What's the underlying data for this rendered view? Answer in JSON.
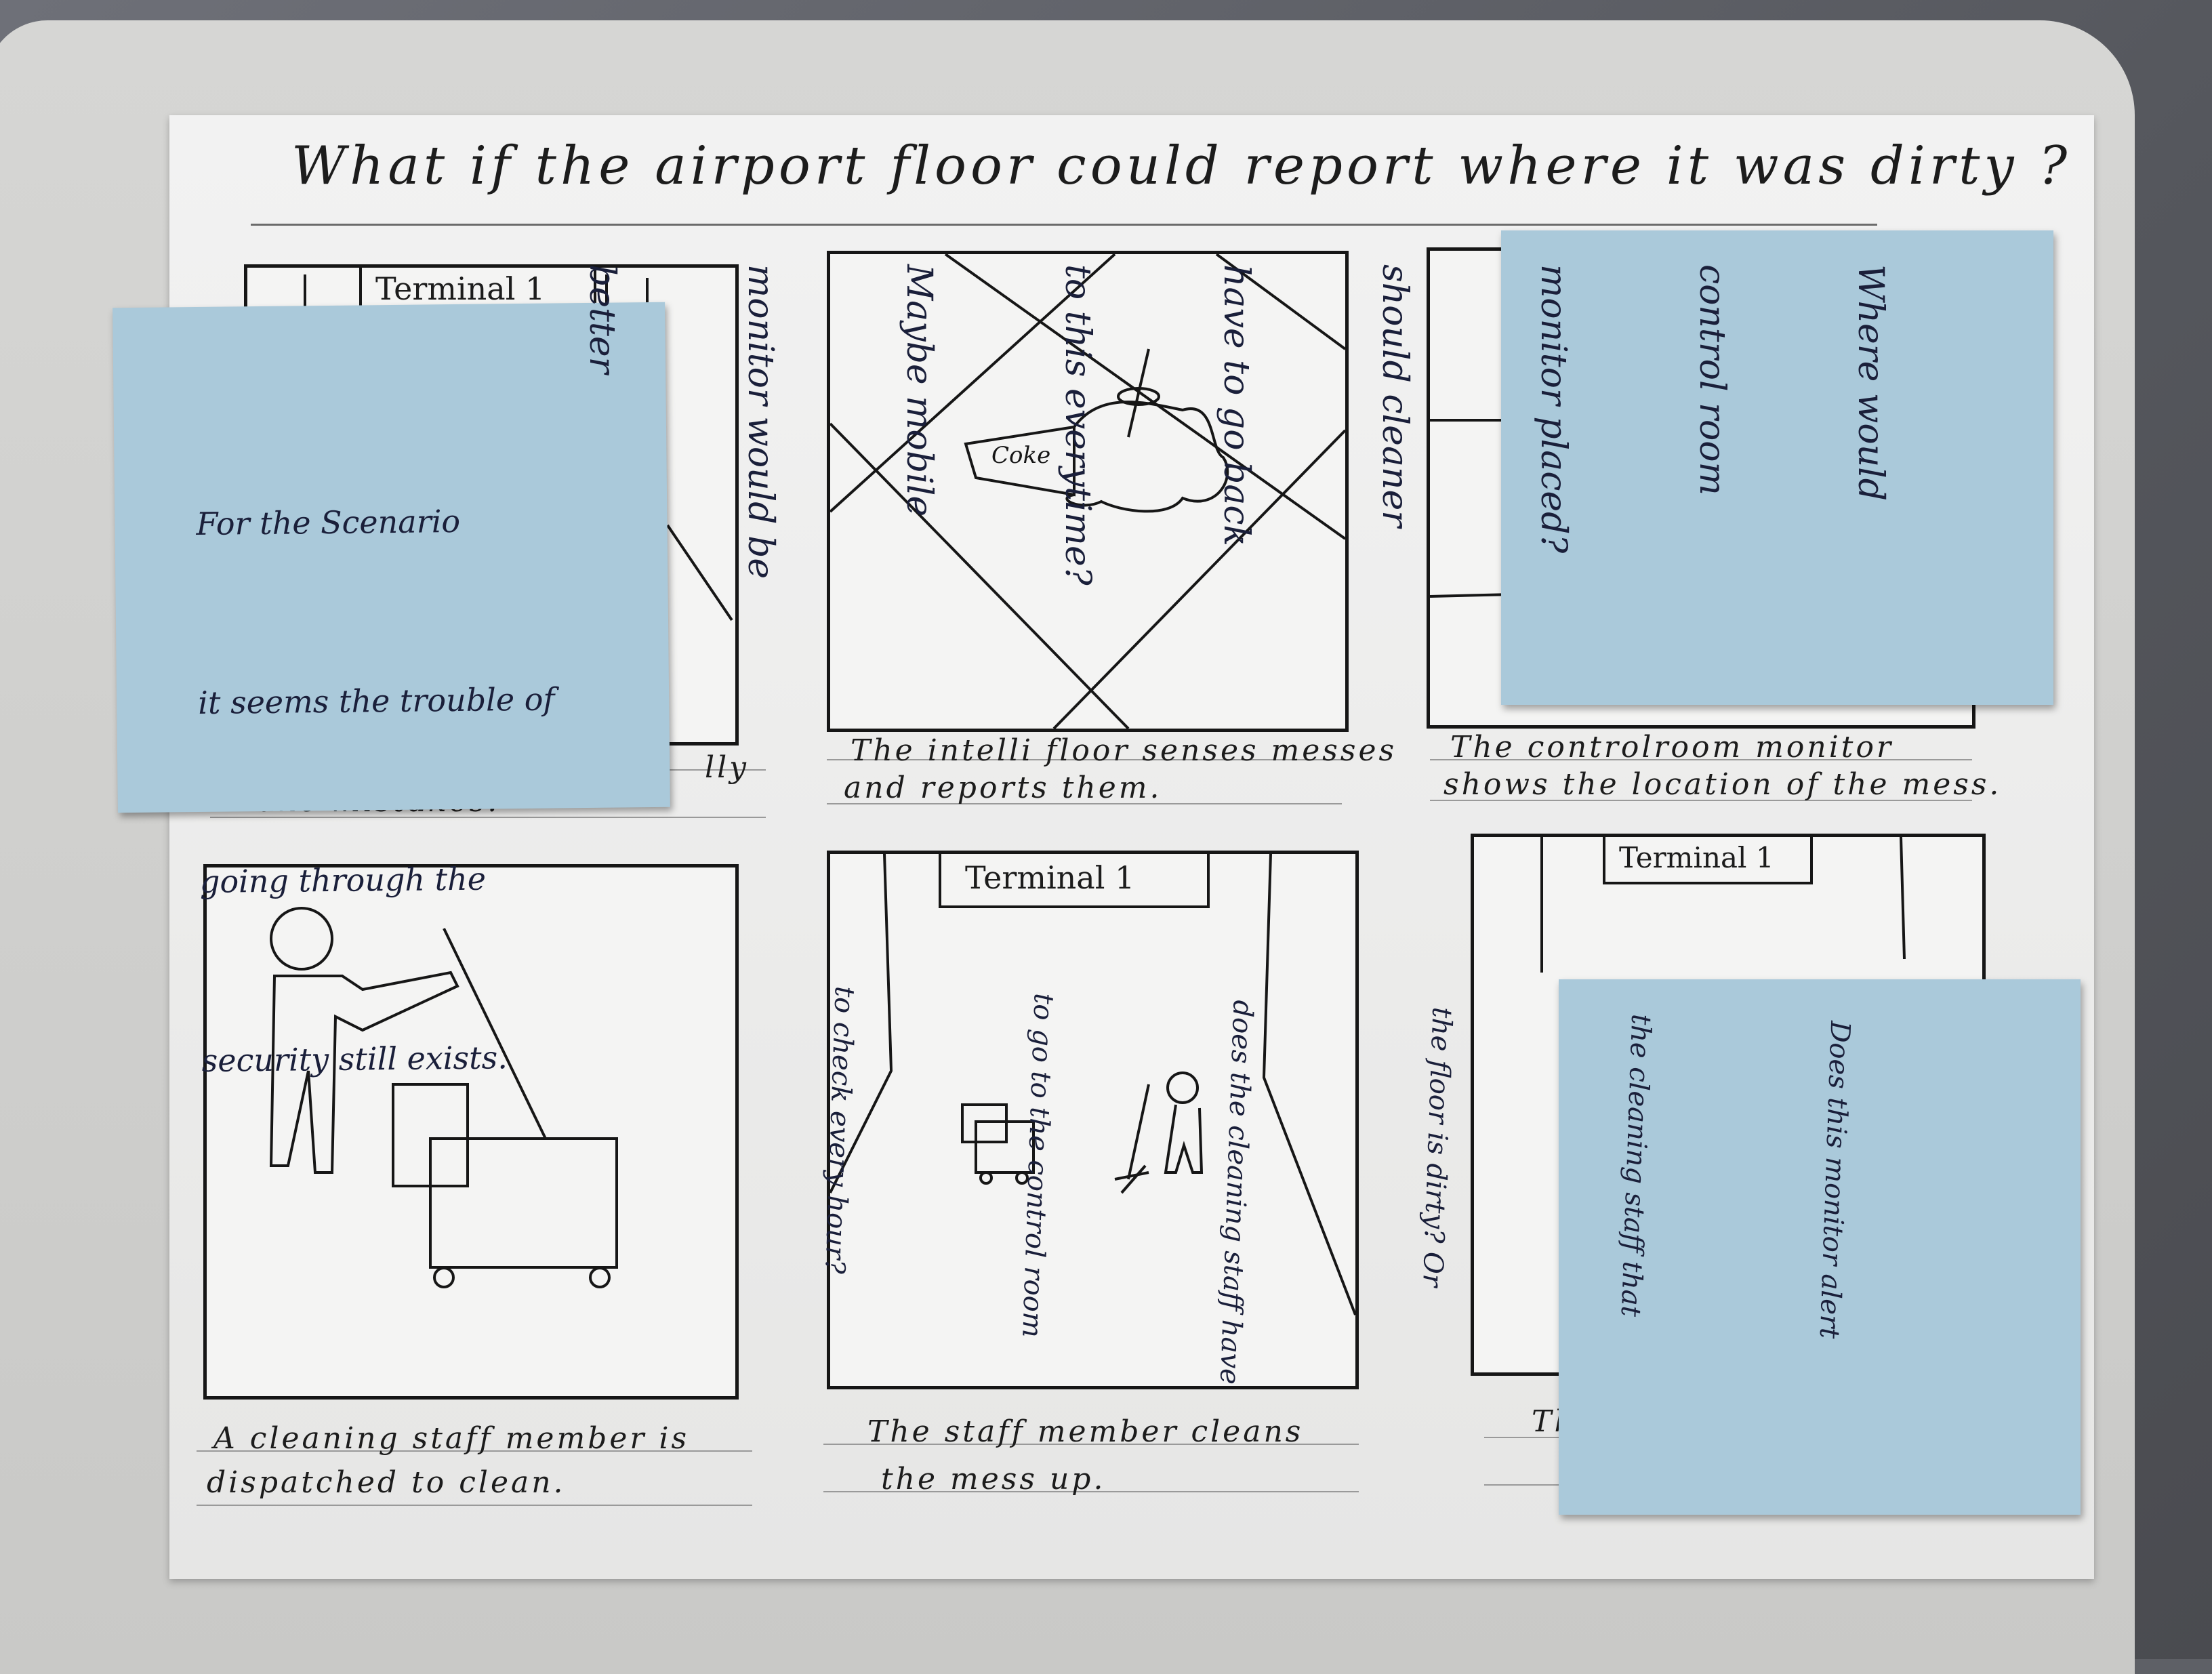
{
  "title": "What if the airport floor could report where it was dirty ?",
  "panels": [
    {
      "sign": "Terminal 1",
      "caption_lines": [
        "",
        "make mistakes."
      ],
      "caption_partial": "lly"
    },
    {
      "label": "Coke",
      "caption_lines": [
        "The intelli floor senses messes",
        "and reports them."
      ]
    },
    {
      "caption_lines": [
        "The controlroom monitor",
        "shows the location of the mess."
      ]
    },
    {
      "caption_lines": [
        "A cleaning staff member is",
        "dispatched to clean."
      ]
    },
    {
      "sign": "Terminal 1",
      "caption_lines": [
        "The staff member cleans",
        "the mess up."
      ]
    },
    {
      "sign": "Terminal 1",
      "caption_lines": [
        "The"
      ]
    }
  ],
  "notes": [
    {
      "lines": [
        "For the Scenario",
        "it seems the trouble of",
        "going through the",
        "security still exists."
      ]
    },
    {
      "lines": [
        "Where would",
        "control room",
        "monitor placed?",
        "should cleaner",
        "have to go back",
        "to this everytime?",
        "Maybe mobile",
        "monitor would be",
        "better"
      ]
    },
    {
      "lines": [
        "Does this monitor alert",
        "the cleaning staff that",
        "the floor is dirty? Or",
        "does the cleaning staff have",
        "to go to the control room",
        "to check every hour?"
      ]
    }
  ],
  "colors": {
    "sticky_note": "#aac9da",
    "paper": "#efefee",
    "ink": "#1c1c1c",
    "note_ink": "#1a1f3a"
  }
}
